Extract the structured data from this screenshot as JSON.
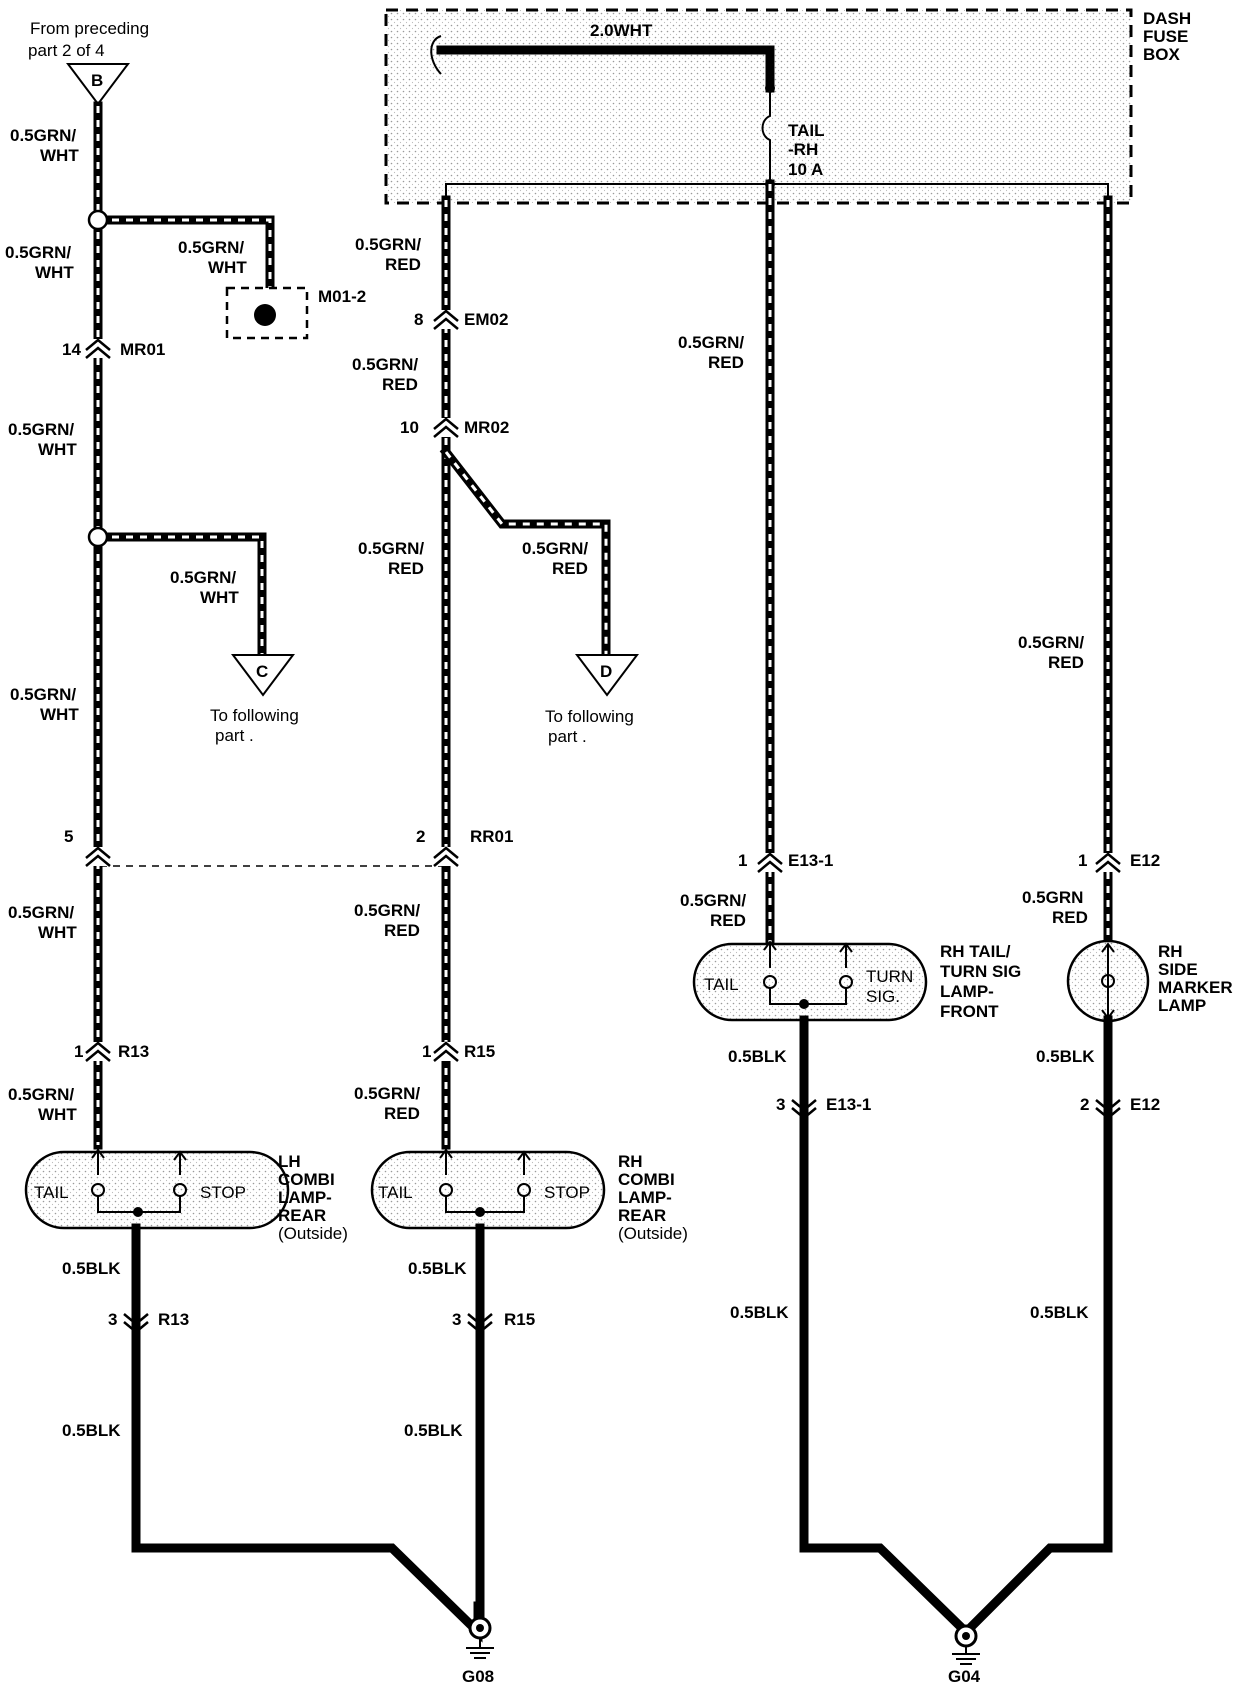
{
  "top_note": {
    "line1": "From preceding",
    "line2": "part 2 of 4"
  },
  "fuse_box": {
    "name_line1": "DASH",
    "name_line2": "FUSE",
    "name_line3": "BOX",
    "feed_wire": "2.0WHT",
    "fuse_line1": "TAIL",
    "fuse_line2": "-RH",
    "fuse_line3": "10 A"
  },
  "connectors_ref": {
    "B": "B",
    "C": "C",
    "D": "D"
  },
  "splice_box": "M01-2",
  "wire_grn_wht_1": "0.5GRN/",
  "wire_grn_wht_2": "WHT",
  "wire_grn_red_1": "0.5GRN/",
  "wire_grn_red_2": "RED",
  "wire_grn_red_alt_1": "0.5GRN",
  "wire_grn_red_alt_2": "RED",
  "wire_blk": "0.5BLK",
  "conn": {
    "mr01": "MR01",
    "mr01_pin": "14",
    "em02": "EM02",
    "em02_pin": "8",
    "mr02": "MR02",
    "mr02_pin": "10",
    "rr01": "RR01",
    "rr01_pin_l": "5",
    "rr01_pin_r": "2",
    "r13": "R13",
    "r13_pin1": "1",
    "r13_pin3": "3",
    "r15": "R15",
    "r15_pin1": "1",
    "r15_pin3": "3",
    "e131": "E13-1",
    "e131_pin1": "1",
    "e131_pin3": "3",
    "e12": "E12",
    "e12_pin1": "1",
    "e12_pin2": "2"
  },
  "following": {
    "line1": "To following",
    "line2": "part ."
  },
  "lamps": {
    "lh_rear": {
      "l1": "LH",
      "l2": "COMBI",
      "l3": "LAMP-",
      "l4": "REAR",
      "l5": "(Outside)",
      "tail": "TAIL",
      "stop": "STOP"
    },
    "rh_rear": {
      "l1": "RH",
      "l2": "COMBI",
      "l3": "LAMP-",
      "l4": "REAR",
      "l5": "(Outside)",
      "tail": "TAIL",
      "stop": "STOP"
    },
    "rh_front": {
      "l1": "RH TAIL/",
      "l2": "TURN SIG",
      "l3": "LAMP-",
      "l4": "FRONT",
      "tail": "TAIL",
      "turn1": "TURN",
      "turn2": "SIG."
    },
    "rh_side": {
      "l1": "RH",
      "l2": "SIDE",
      "l3": "MARKER",
      "l4": "LAMP"
    }
  },
  "grounds": {
    "g08": "G08",
    "g04": "G04"
  }
}
